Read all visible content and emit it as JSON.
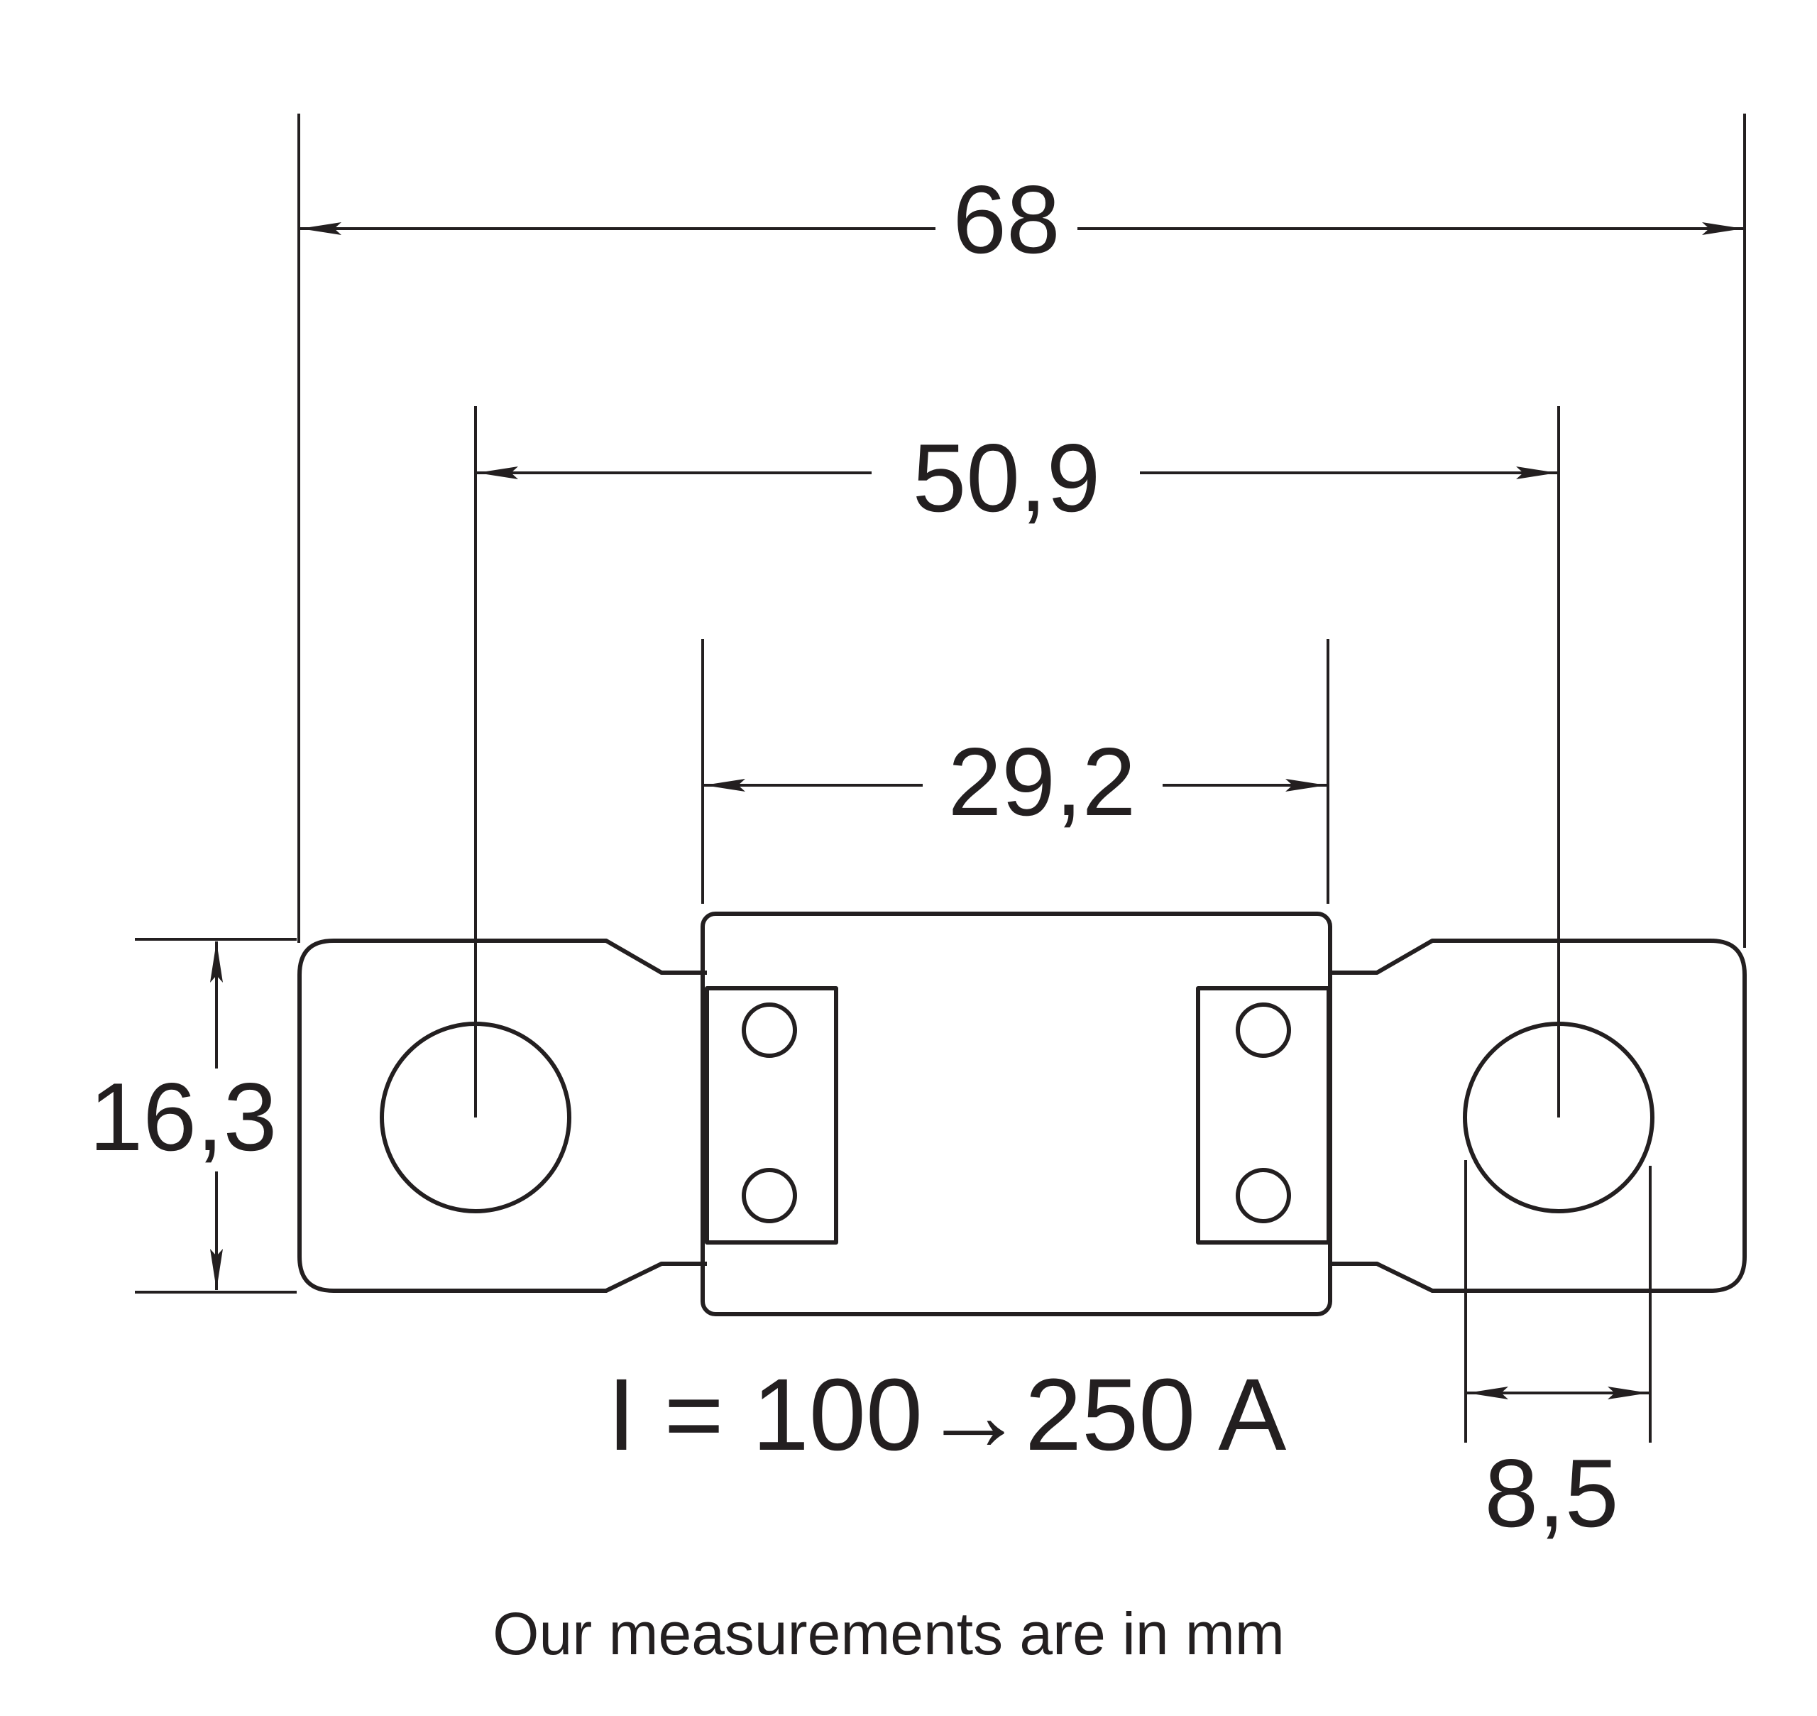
{
  "dimensions": {
    "overall_length": "68",
    "hole_center_distance": "50,9",
    "body_length": "29,2",
    "height": "16,3",
    "hole_diameter": "8,5"
  },
  "rating_label": "I = 100→250 A",
  "footnote": "Our measurements are in mm",
  "colors": {
    "ink": "#231f20",
    "background": "#ffffff"
  }
}
